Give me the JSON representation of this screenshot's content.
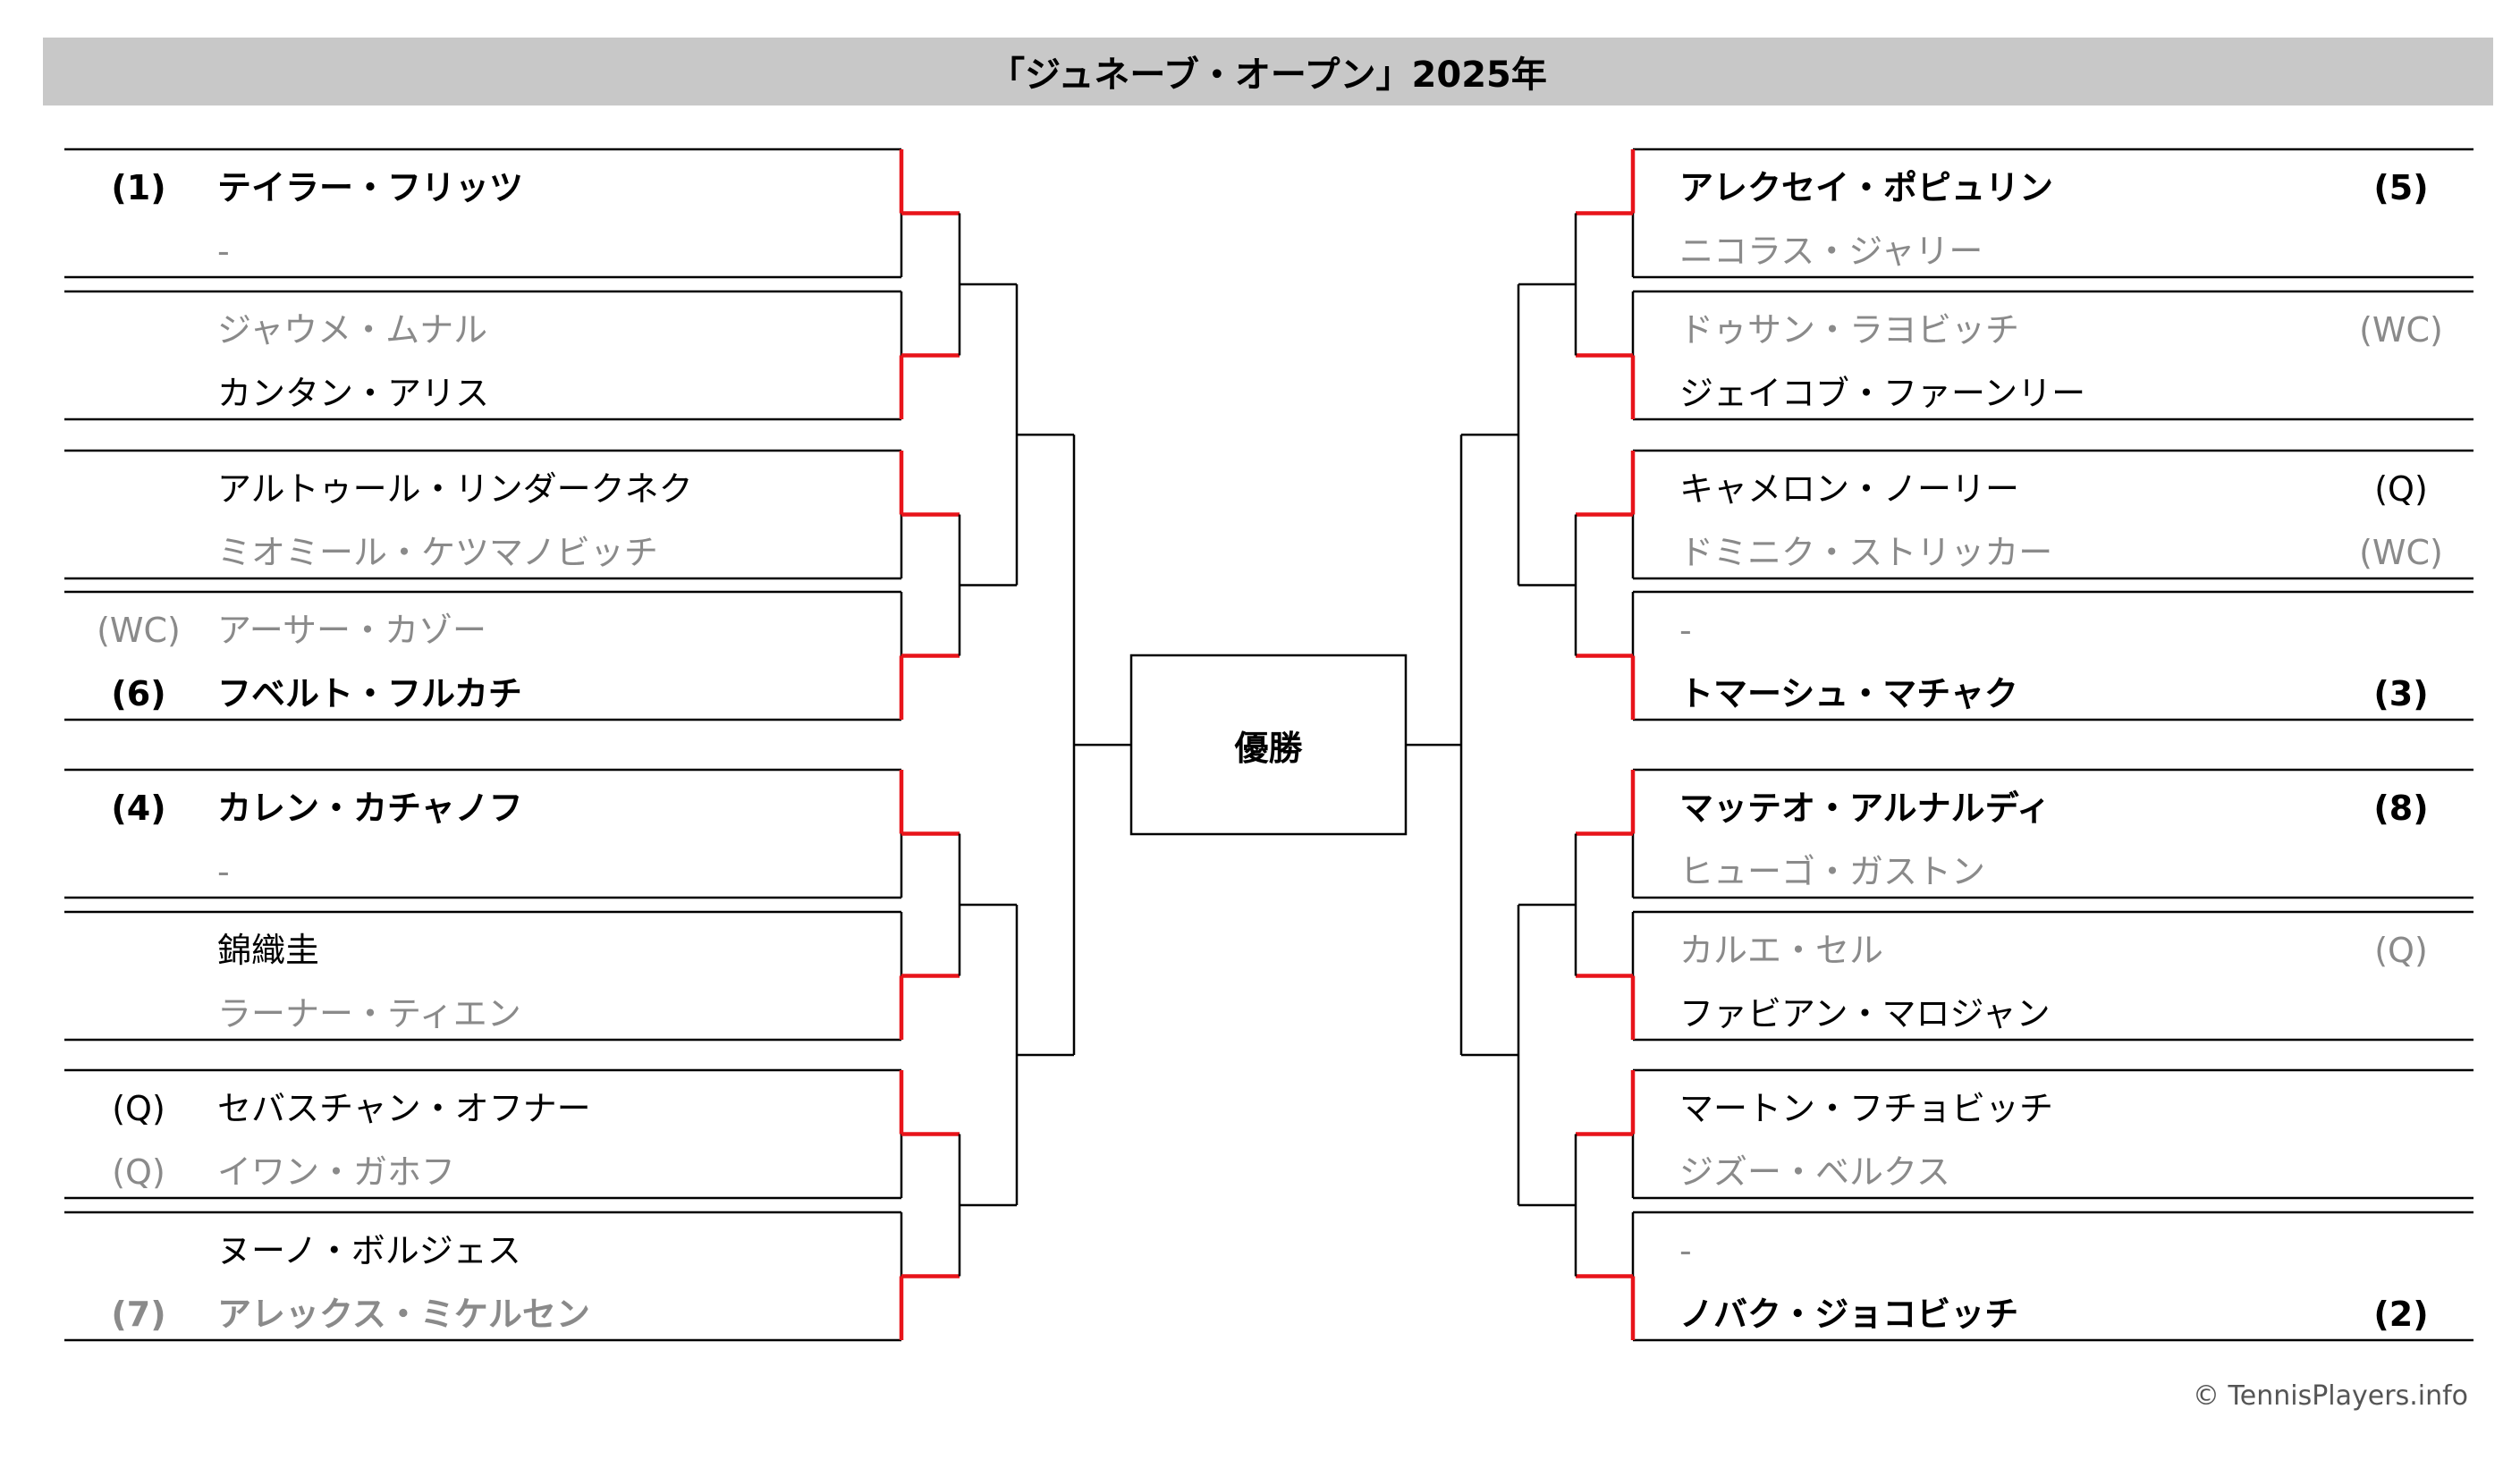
{
  "title": "「ジュネーブ・オープン」2025年",
  "champion_label": "優勝",
  "credit": "© TennisPlayers.info",
  "colors": {
    "title_bar": "#c8c8c8",
    "winner_path": "#e8141a",
    "line": "#000000",
    "loser_text": "#8a8a8a"
  },
  "left": {
    "matches": [
      {
        "players": [
          {
            "seed": "(1)",
            "name": "テイラー・フリッツ",
            "style": "win"
          },
          {
            "seed": "",
            "name": "-",
            "style": "loss"
          }
        ],
        "winner": 0
      },
      {
        "players": [
          {
            "seed": "",
            "name": "ジャウメ・ムナル",
            "style": "loss"
          },
          {
            "seed": "",
            "name": "カンタン・アリス",
            "style": "plain"
          }
        ],
        "winner": 1
      },
      {
        "players": [
          {
            "seed": "",
            "name": "アルトゥール・リンダークネク",
            "style": "plain"
          },
          {
            "seed": "",
            "name": "ミオミール・ケツマノビッチ",
            "style": "loss"
          }
        ],
        "winner": 0
      },
      {
        "players": [
          {
            "seed": "(WC)",
            "name": "アーサー・カゾー",
            "style": "loss"
          },
          {
            "seed": "(6)",
            "name": "フベルト・フルカチ",
            "style": "win"
          }
        ],
        "winner": 1
      },
      {
        "players": [
          {
            "seed": "(4)",
            "name": "カレン・カチャノフ",
            "style": "win"
          },
          {
            "seed": "",
            "name": "-",
            "style": "loss"
          }
        ],
        "winner": 0
      },
      {
        "players": [
          {
            "seed": "",
            "name": "錦織圭",
            "style": "plain"
          },
          {
            "seed": "",
            "name": "ラーナー・ティエン",
            "style": "loss"
          }
        ],
        "winner": 1
      },
      {
        "players": [
          {
            "seed": "(Q)",
            "name": "セバスチャン・オフナー",
            "style": "plain"
          },
          {
            "seed": "(Q)",
            "name": "イワン・ガホフ",
            "style": "loss"
          }
        ],
        "winner": 0
      },
      {
        "players": [
          {
            "seed": "",
            "name": "ヌーノ・ボルジェス",
            "style": "plain"
          },
          {
            "seed": "(7)",
            "name": "アレックス・ミケルセン",
            "style": "winner-gray"
          }
        ],
        "winner": 1
      }
    ]
  },
  "right": {
    "matches": [
      {
        "players": [
          {
            "seed": "(5)",
            "name": "アレクセイ・ポピュリン",
            "style": "win"
          },
          {
            "seed": "",
            "name": "ニコラス・ジャリー",
            "style": "loss"
          }
        ],
        "winner": 0
      },
      {
        "players": [
          {
            "seed": "(WC)",
            "name": "ドゥサン・ラヨビッチ",
            "style": "loss"
          },
          {
            "seed": "",
            "name": "ジェイコブ・ファーンリー",
            "style": "plain"
          }
        ],
        "winner": 1
      },
      {
        "players": [
          {
            "seed": "(Q)",
            "name": "キャメロン・ノーリー",
            "style": "plain"
          },
          {
            "seed": "(WC)",
            "name": "ドミニク・ストリッカー",
            "style": "loss"
          }
        ],
        "winner": 0
      },
      {
        "players": [
          {
            "seed": "",
            "name": "-",
            "style": "loss"
          },
          {
            "seed": "(3)",
            "name": "トマーシュ・マチャク",
            "style": "win"
          }
        ],
        "winner": 1
      },
      {
        "players": [
          {
            "seed": "(8)",
            "name": "マッテオ・アルナルディ",
            "style": "win"
          },
          {
            "seed": "",
            "name": "ヒューゴ・ガストン",
            "style": "loss"
          }
        ],
        "winner": 0
      },
      {
        "players": [
          {
            "seed": "(Q)",
            "name": "カルエ・セル",
            "style": "loss"
          },
          {
            "seed": "",
            "name": "ファビアン・マロジャン",
            "style": "plain"
          }
        ],
        "winner": 1
      },
      {
        "players": [
          {
            "seed": "",
            "name": "マートン・フチョビッチ",
            "style": "plain"
          },
          {
            "seed": "",
            "name": "ジズー・ベルクス",
            "style": "loss"
          }
        ],
        "winner": 0
      },
      {
        "players": [
          {
            "seed": "",
            "name": "-",
            "style": "loss"
          },
          {
            "seed": "(2)",
            "name": "ノバク・ジョコビッチ",
            "style": "win"
          }
        ],
        "winner": 1
      }
    ]
  }
}
